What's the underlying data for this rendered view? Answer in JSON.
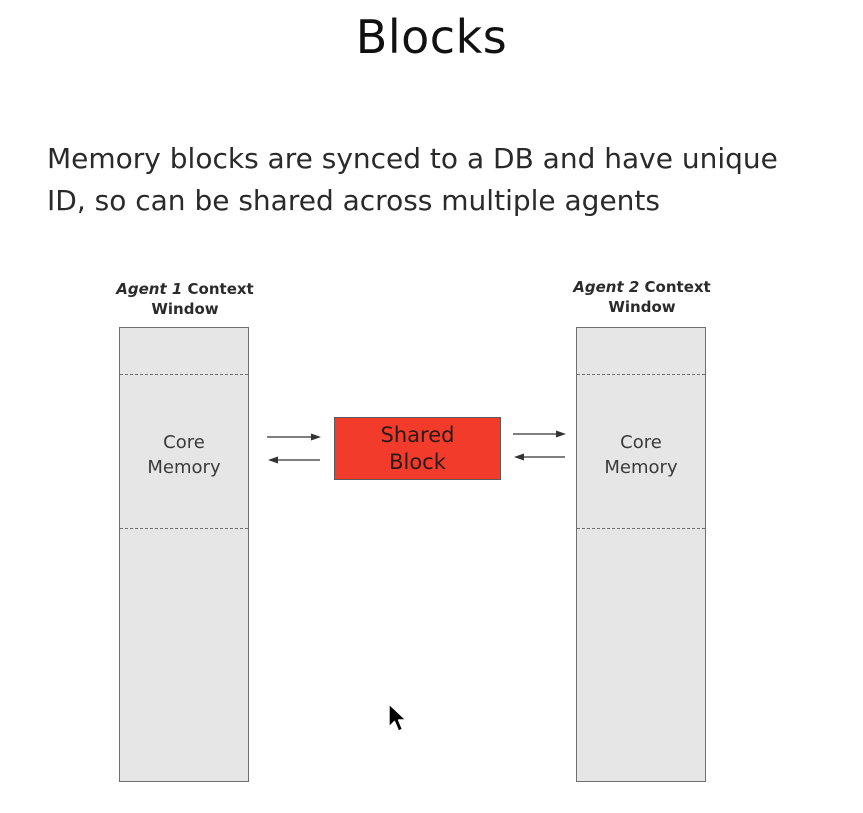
{
  "slide": {
    "title": "Blocks",
    "body_line1": "Memory blocks are synced to a DB and have unique",
    "body_line2": "ID, so can be shared across multiple agents"
  },
  "agent1": {
    "agent_name": "Agent 1",
    "label_rest": " Context",
    "label_line2": "Window",
    "core_line1": "Core",
    "core_line2": "Memory"
  },
  "agent2": {
    "agent_name": "Agent 2",
    "label_rest": " Context",
    "label_line2": "Window",
    "core_line1": "Core",
    "core_line2": "Memory"
  },
  "shared_block": {
    "line1": "Shared",
    "line2": "Block"
  },
  "colors": {
    "shared_block_fill": "#f23b2b",
    "window_fill": "#e6e6e6"
  },
  "icons": {
    "cursor": "mouse-pointer-icon"
  }
}
